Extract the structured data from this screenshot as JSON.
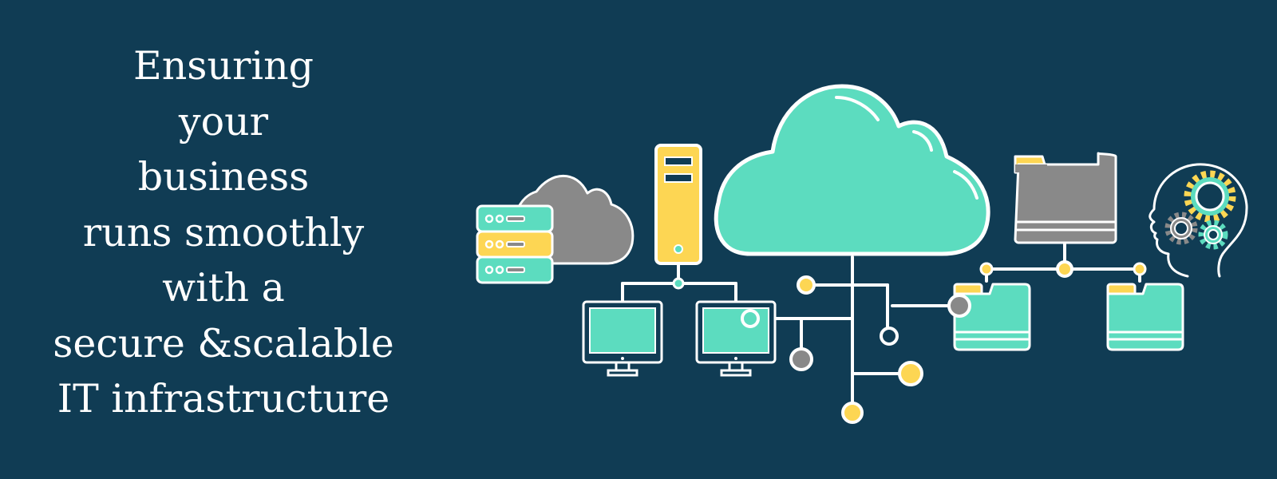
{
  "headline": {
    "lines": [
      "Ensuring",
      "your",
      "business",
      "runs smoothly",
      "with a",
      "secure &scalable",
      "IT infrastructure"
    ]
  },
  "colors": {
    "background": "#103c54",
    "teal": "#5cdcbf",
    "yellow": "#fdd653",
    "gray": "#898989",
    "white": "#ffffff"
  },
  "icons": [
    "server-stack-icon",
    "small-cloud-icon",
    "tower-server-icon",
    "monitor-icon",
    "big-cloud-icon",
    "network-node-icon",
    "folder-icon",
    "head-with-gears-icon"
  ]
}
